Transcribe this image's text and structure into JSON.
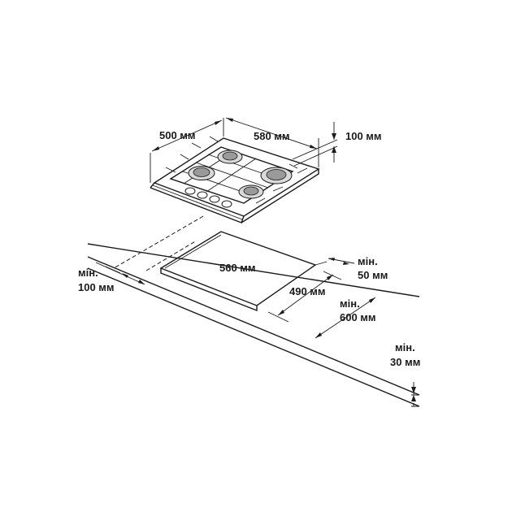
{
  "hob": {
    "depth_label": "500 мм",
    "width_label": "580 мм",
    "height_label": "100 мм"
  },
  "cutout": {
    "width_label": "560 мм",
    "depth_label": "490 мм"
  },
  "clearances": {
    "side_min_prefix": "мін.",
    "side_value": "100 мм",
    "back_min_prefix": "мін.",
    "back_value": "50 мм",
    "worktop_min_prefix": "мін.",
    "worktop_value": "600 мм",
    "thickness_min_prefix": "мін.",
    "thickness_value": "30 мм"
  }
}
